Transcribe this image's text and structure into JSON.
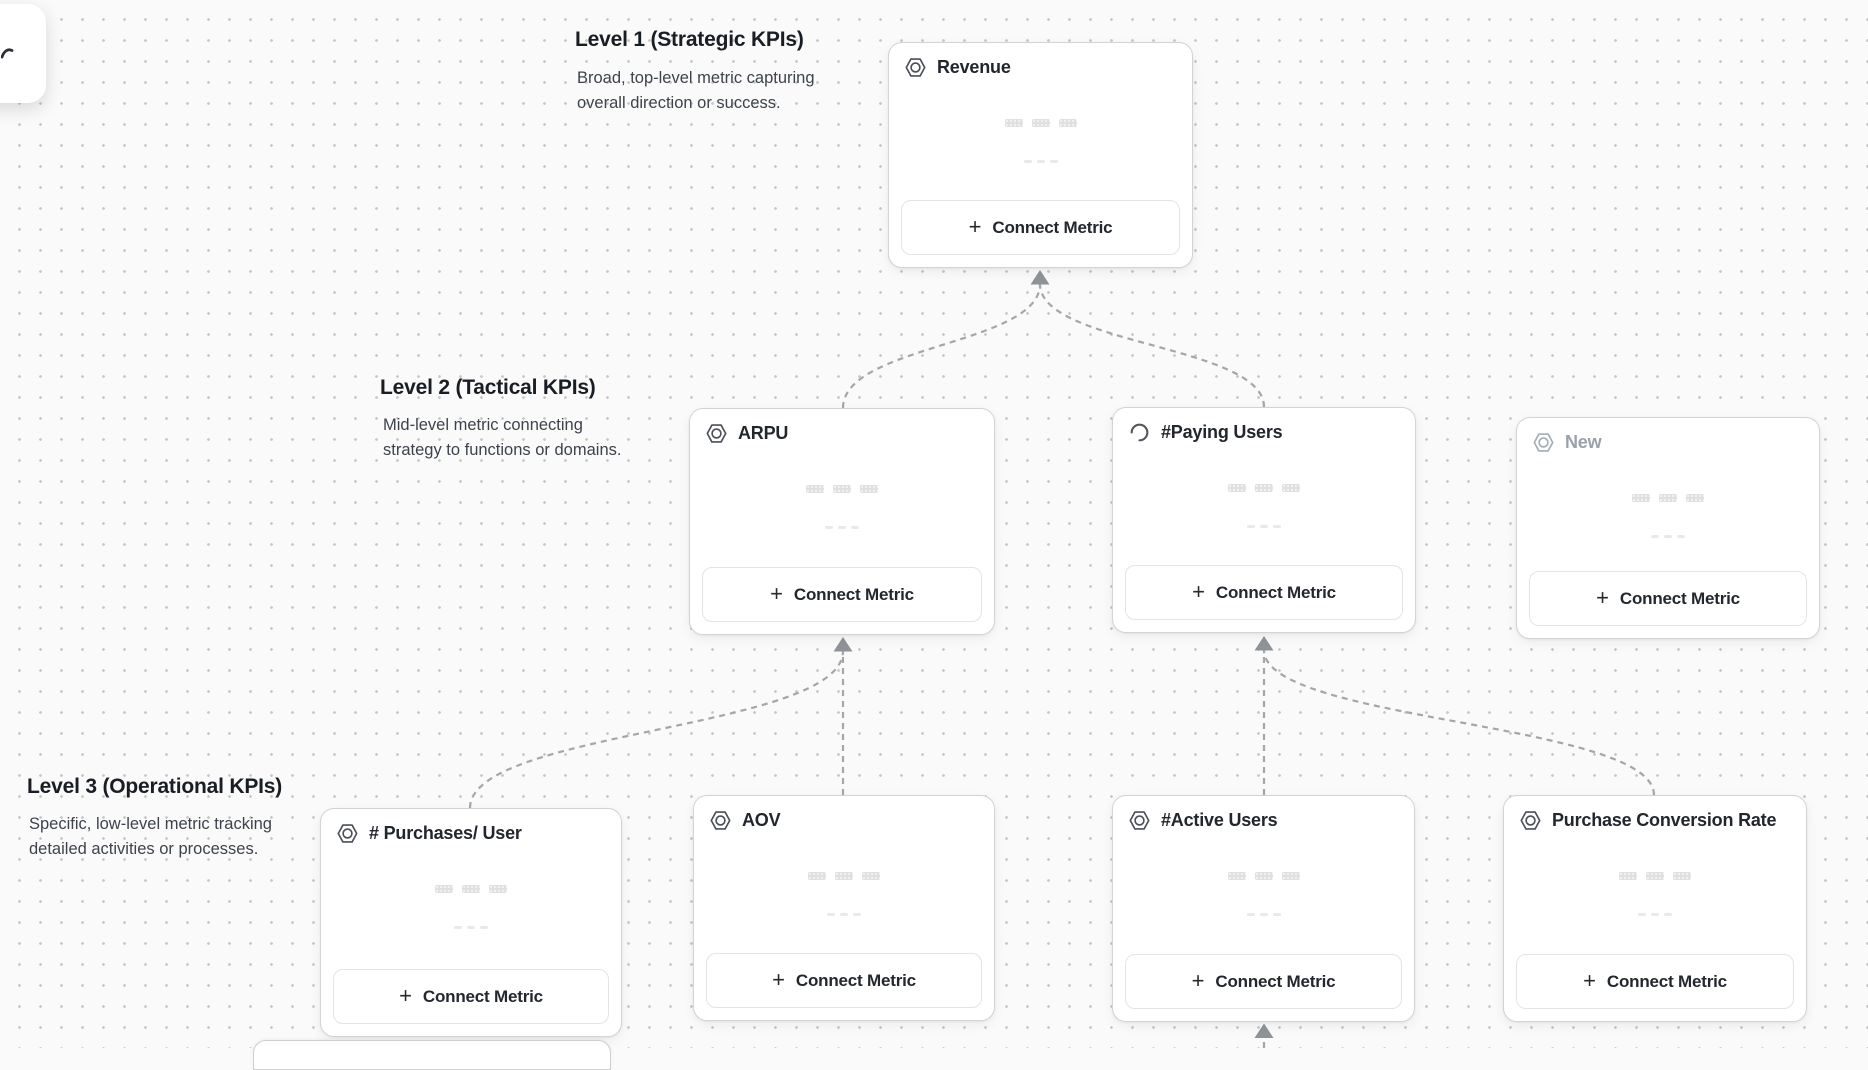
{
  "levels": [
    {
      "title": "Level 1 (Strategic KPIs)",
      "description": "Broad, top-level metric capturing overall direction or success."
    },
    {
      "title": "Level 2 (Tactical KPIs)",
      "description": "Mid-level metric connecting strategy to functions or domains."
    },
    {
      "title": "Level 3 (Operational KPIs)",
      "description": "Specific, low-level metric tracking detailed activities or processes."
    }
  ],
  "nodes": [
    {
      "title": "Revenue",
      "level": 1,
      "icon": "hexagon-metric-icon",
      "state": "normal"
    },
    {
      "title": "ARPU",
      "level": 2,
      "icon": "hexagon-metric-icon",
      "state": "normal"
    },
    {
      "title": "#Paying Users",
      "level": 2,
      "icon": "loading-spinner-icon",
      "state": "loading"
    },
    {
      "title": "New",
      "level": 2,
      "icon": "hexagon-metric-icon",
      "state": "draft"
    },
    {
      "title": "# Purchases/ User",
      "level": 3,
      "icon": "hexagon-metric-icon",
      "state": "normal"
    },
    {
      "title": "AOV",
      "level": 3,
      "icon": "hexagon-metric-icon",
      "state": "normal"
    },
    {
      "title": "#Active Users",
      "level": 3,
      "icon": "hexagon-metric-icon",
      "state": "normal"
    },
    {
      "title": "Purchase Conversion Rate",
      "level": 3,
      "icon": "hexagon-metric-icon",
      "state": "normal"
    }
  ],
  "ui": {
    "connect_metric_label": "Connect Metric",
    "plus_icon": "+"
  },
  "connections": [
    {
      "from": "ARPU",
      "to": "Revenue"
    },
    {
      "from": "#Paying Users",
      "to": "Revenue"
    },
    {
      "from": "# Purchases/ User",
      "to": "ARPU"
    },
    {
      "from": "AOV",
      "to": "ARPU"
    },
    {
      "from": "#Active Users",
      "to": "#Paying Users"
    },
    {
      "from": "Purchase Conversion Rate",
      "to": "#Paying Users"
    },
    {
      "from": "offscreen-node-below",
      "to": "#Active Users"
    }
  ],
  "colors": {
    "canvas_background": "#fafafa",
    "dot_grid": "#c9c9c9",
    "edge": "#a6a6a6",
    "arrowhead": "#8f9399",
    "card_border": "#d3d3d3",
    "title_text": "#22262d",
    "muted_text": "#9aa1aa"
  }
}
